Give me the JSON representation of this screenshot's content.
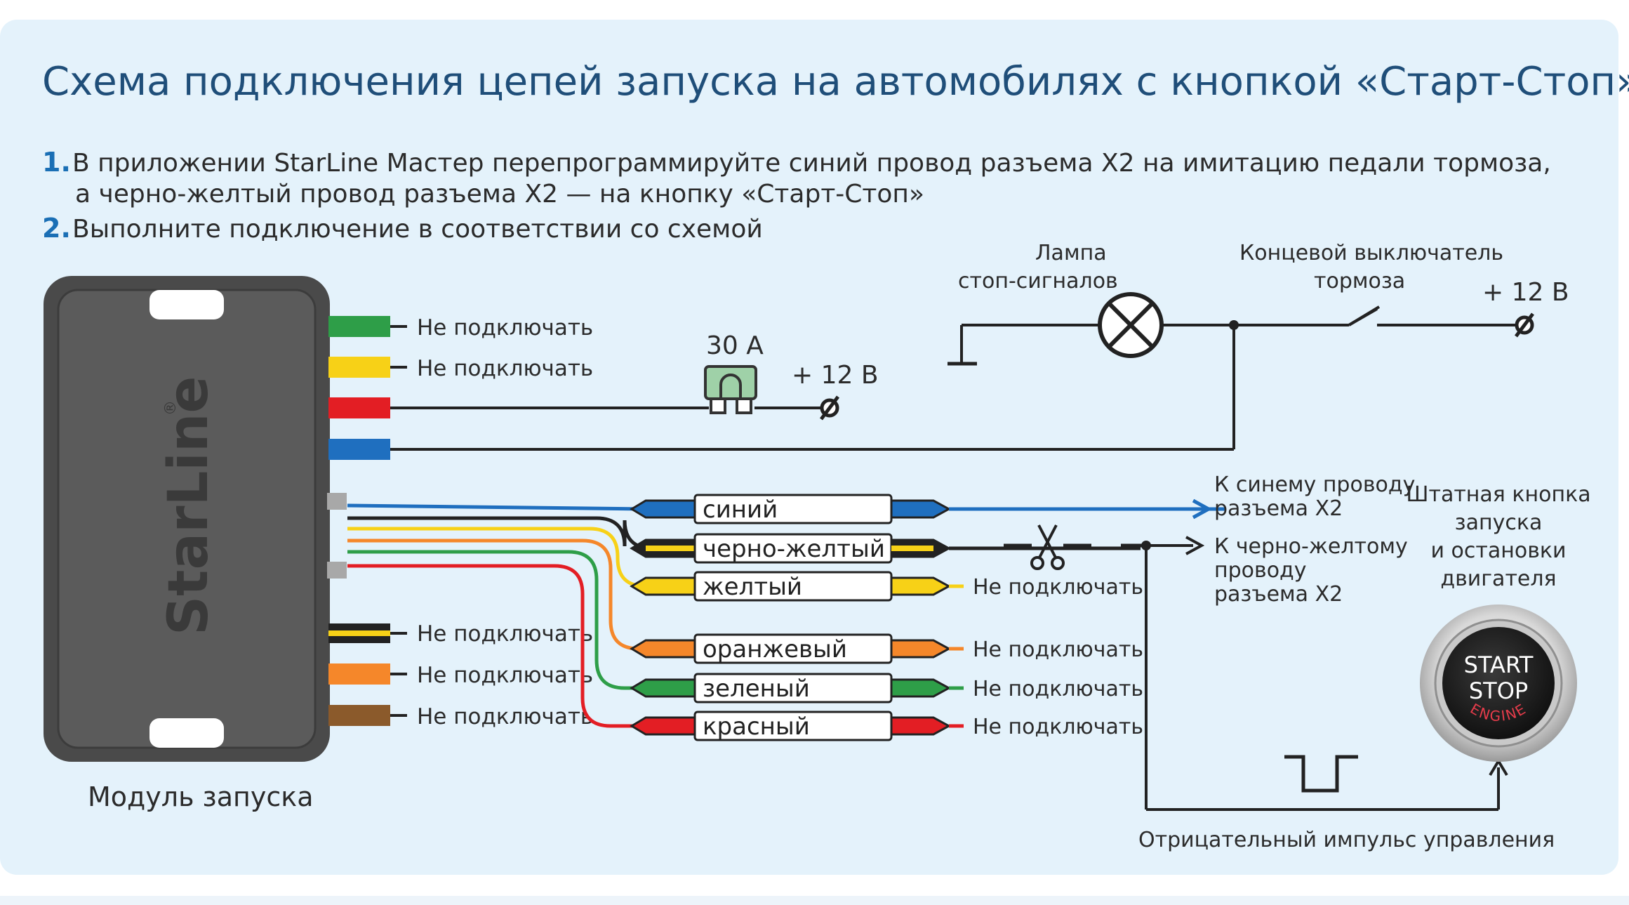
{
  "title": "Схема подключения цепей запуска на автомобилях с кнопкой «Старт-Стоп»",
  "steps": [
    {
      "num": "1.",
      "line1": "В приложении StarLine Мастер перепрограммируйте синий провод разъема X2 на имитацию педали тормоза,",
      "line2": "а черно-желтый провод разъема X2 — на кнопку «Старт-Стоп»"
    },
    {
      "num": "2.",
      "line1": "Выполните подключение в соответствии со схемой",
      "line2": ""
    }
  ],
  "module": {
    "brand": "StarLine",
    "reg": "®",
    "caption": "Модуль запуска"
  },
  "not_connected": "Не подключать",
  "left_wires": {
    "top": [
      {
        "color": "#2e9e48",
        "label": "Не подключать"
      },
      {
        "color": "#f7d117",
        "label": "Не подключать"
      },
      {
        "color": "#e31e24",
        "label": ""
      },
      {
        "color": "#1f6fbf",
        "label": ""
      }
    ],
    "bottom": [
      {
        "color": "#222222",
        "stripe": "#f7d117",
        "label": "Не подключать"
      },
      {
        "color": "#f5872a",
        "label": "Не подключать"
      },
      {
        "color": "#8b5a2b",
        "label": "Не подключать"
      }
    ]
  },
  "fuse": {
    "label": "30 А",
    "color": "#9fd1a8"
  },
  "power1": "+ 12 В",
  "power2": "+ 12 В",
  "lamp": {
    "line1": "Лампа",
    "line2": "стоп-сигналов"
  },
  "brake_switch": {
    "line1": "Концевой выключатель",
    "line2": "тормоза"
  },
  "x2_wires": [
    {
      "name": "синий",
      "color": "#1f6fbf",
      "stripe": null
    },
    {
      "name": "черно-желтый",
      "color": "#222222",
      "stripe": "#f7d117"
    },
    {
      "name": "желтый",
      "color": "#f7d117",
      "stripe": null
    },
    {
      "name": "оранжевый",
      "color": "#f5872a",
      "stripe": null
    },
    {
      "name": "зеленый",
      "color": "#2e9e48",
      "stripe": null
    },
    {
      "name": "красный",
      "color": "#e31e24",
      "stripe": null
    }
  ],
  "blue_dest": {
    "line1": "К синему проводу",
    "line2": "разъема X2"
  },
  "bk_dest": {
    "line1": "К черно-желтому",
    "line2": "проводу",
    "line3": "разъема X2"
  },
  "button": {
    "caption1": "Штатная кнопка",
    "caption2": "запуска",
    "caption3": "и остановки",
    "caption4": "двигателя",
    "start": "START",
    "stop": "STOP",
    "engine": "ENGINE"
  },
  "pulse_caption": "Отрицательный импульс управления",
  "colors": {
    "panel": "#e4f2fb",
    "title": "#1f4e79",
    "accent": "#1a6fb5",
    "module": "#4a4a4a"
  }
}
